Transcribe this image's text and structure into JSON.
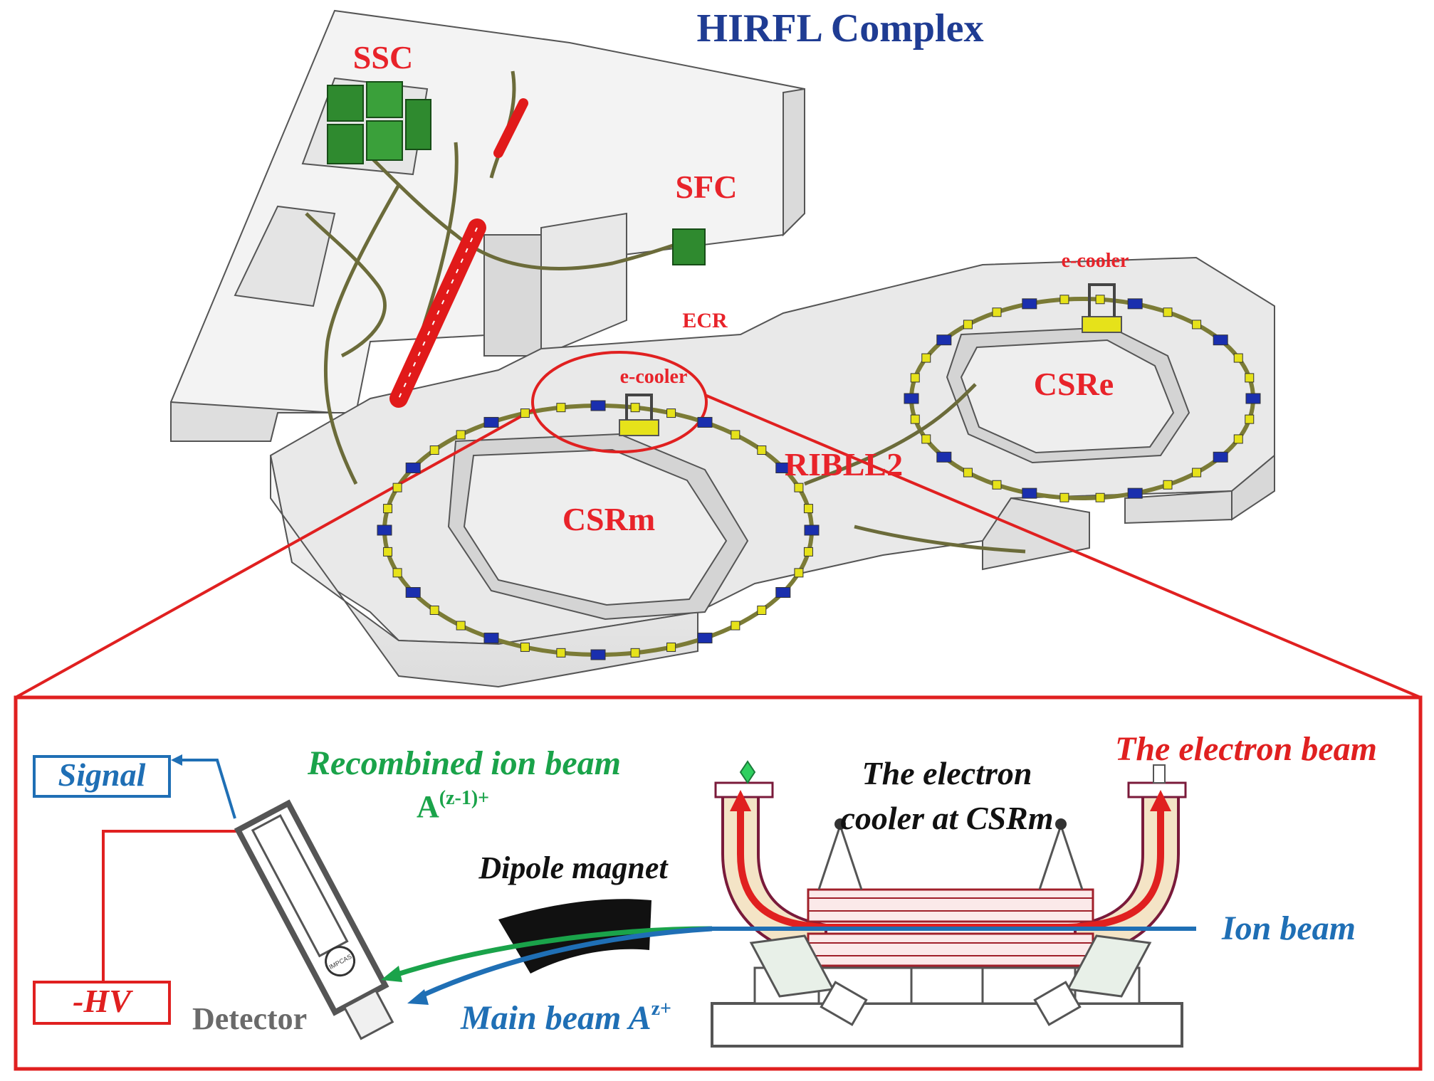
{
  "title": "HIRFL Complex",
  "facility_labels": {
    "ssc": "SSC",
    "sfc": "SFC",
    "ecr": "ECR",
    "csrm": "CSRm",
    "csre": "CSRe",
    "ribll2": "RIBLL2",
    "ecooler_csrm": "e-cooler",
    "ecooler_csre": "e-cooler"
  },
  "detail": {
    "signal": "Signal",
    "hv": "-HV",
    "detector": "Detector",
    "recombined_beam": "Recombined ion beam",
    "recombined_formula_base": "A",
    "recombined_formula_sup": "(z-1)+",
    "dipole_magnet": "Dipole magnet",
    "main_beam": "Main beam A",
    "main_beam_sup": "z+",
    "cooler_line1": "The electron",
    "cooler_line2": "cooler at CSRm",
    "electron_beam": "The electron beam",
    "ion_beam": "Ion beam",
    "detector_badge": "IMPCAS"
  },
  "colors": {
    "title": "#1f3c93",
    "facility_label": "#e8232a",
    "frame": "#e02020",
    "blue_label": "#1f6fb5",
    "green_label": "#1aa34a",
    "hv": "#e02020",
    "detector_label": "#6a6a6a",
    "floor": "#e7e7e7",
    "wall": "#f4f4f4",
    "magnet_blue": "#1a2fae",
    "quad_yellow": "#e6e21a",
    "linac_red": "#e11a1a",
    "ssc_green": "#2f8a2f"
  }
}
